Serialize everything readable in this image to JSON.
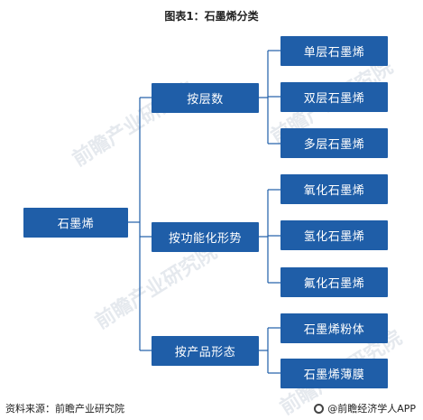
{
  "title": "图表1：石墨烯分类",
  "root": "石墨烯",
  "categories": [
    {
      "label": "按层数",
      "children": [
        "单层石墨烯",
        "双层石墨烯",
        "多层石墨烯"
      ]
    },
    {
      "label": "按功能化形势",
      "children": [
        "氧化石墨烯",
        "氢化石墨烯",
        "氟化石墨烯"
      ]
    },
    {
      "label": "按产品形态",
      "children": [
        "石墨烯粉体",
        "石墨烯薄膜"
      ]
    }
  ],
  "footer": {
    "source": "资料来源：前瞻产业研究院",
    "brand": "@前瞻经济学人APP"
  },
  "watermark": "前瞻产业研究院",
  "colors": {
    "node": "#1f5ea8",
    "line": "#1f5ea8"
  }
}
